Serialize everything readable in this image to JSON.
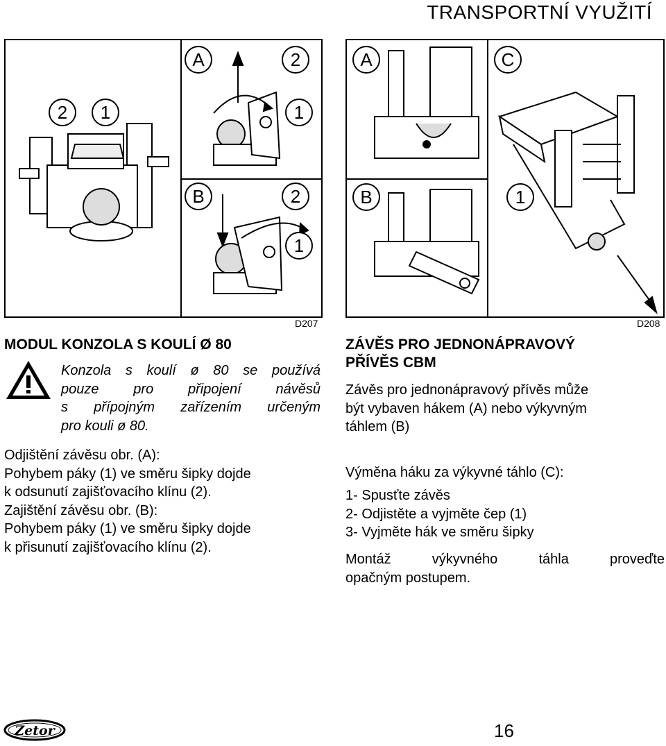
{
  "header": {
    "title": "TRANSPORTNÍ VYUŽITÍ"
  },
  "figures": {
    "d207": {
      "code": "D207",
      "labels": {
        "a": "A",
        "b": "B",
        "one_left": "1",
        "two_left": "2",
        "two_a": "2",
        "one_a": "1",
        "two_b": "2",
        "one_b": "1"
      }
    },
    "d208": {
      "code": "D208",
      "labels": {
        "a": "A",
        "c": "C",
        "b": "B",
        "one": "1"
      }
    }
  },
  "left": {
    "title": "MODUL KONZOLA S KOULÍ Ø 80",
    "warning_lines": [
      "Konzola s koulí ø 80 se používá",
      "pouze pro připojení návěsů",
      "s přípojným zařízením určeným",
      "pro kouli ø 80."
    ],
    "lines": [
      "Odjištění závěsu obr. (A):",
      "Pohybem páky (1) ve směru šipky dojde",
      "k odsunutí zajišťovacího klínu (2).",
      "Zajištění závěsu obr. (B):",
      "Pohybem páky (1) ve směru šipky dojde",
      "k přisunutí zajišťovacího klínu (2)."
    ]
  },
  "right": {
    "title_lines": [
      "ZÁVĚS PRO JEDNONÁPRAVOVÝ",
      "PŘÍVĚS CBM"
    ],
    "intro_lines": [
      "Závěs pro jednonápravový přívěs může",
      "být vybaven hákem (A) nebo výkyvným",
      "táhlem (B)"
    ],
    "exchange_title": "Výměna háku za výkyvné táhlo (C):",
    "steps": [
      "1- Spusťte závěs",
      "2- Odjistěte a vyjměte čep (1)",
      "3- Vyjměte hák ve směru šipky"
    ],
    "closing_lines": [
      "Montáž výkyvného táhla proveďte",
      "opačným postupem."
    ]
  },
  "footer": {
    "logo": "Zetor",
    "page_number": "16"
  }
}
